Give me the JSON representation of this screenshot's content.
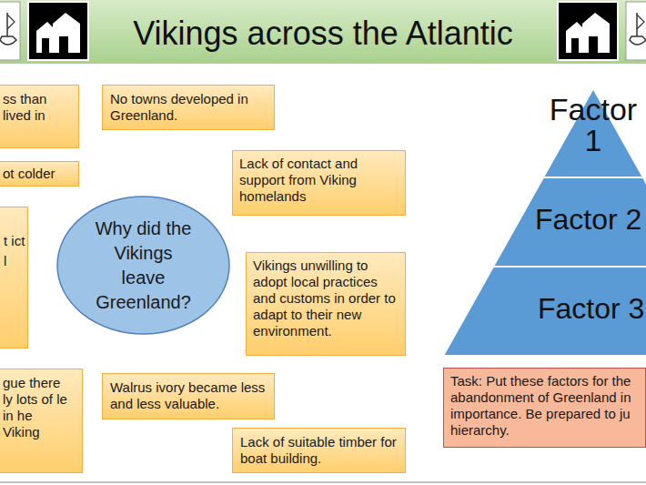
{
  "diagram": {
    "title": "Vikings across the Atlantic",
    "nodes": [
      {
        "text": [
          "ss than lived in"
        ]
      },
      {
        "text": [
          "No towns developed in Greenland."
        ]
      },
      {
        "text": [
          "Lack of contact and support from Viking homelands"
        ]
      },
      {
        "text": [
          "ot colder"
        ]
      },
      {
        "text": [
          "Why did the Vikings leave Greenland?"
        ]
      },
      {
        "text": [
          "t ict l"
        ]
      },
      {
        "text": [
          "Vikings unwilling to adopt local practices and customs in order to adapt to their new environment."
        ]
      },
      {
        "text": [
          "gue there ly lots of le in he Viking"
        ]
      },
      {
        "text": [
          "Walrus ivory became less and less valuable."
        ]
      },
      {
        "text": [
          "Lack of suitable timber for boat building."
        ]
      },
      {
        "text": [
          "Factor 1"
        ]
      },
      {
        "text": [
          "Factor 2"
        ]
      },
      {
        "text": [
          "Factor 3"
        ]
      },
      {
        "text": [
          "Task: Put these factors for the abandonment of Greenland in importance. Be prepared to ju hierarchy."
        ]
      }
    ]
  }
}
